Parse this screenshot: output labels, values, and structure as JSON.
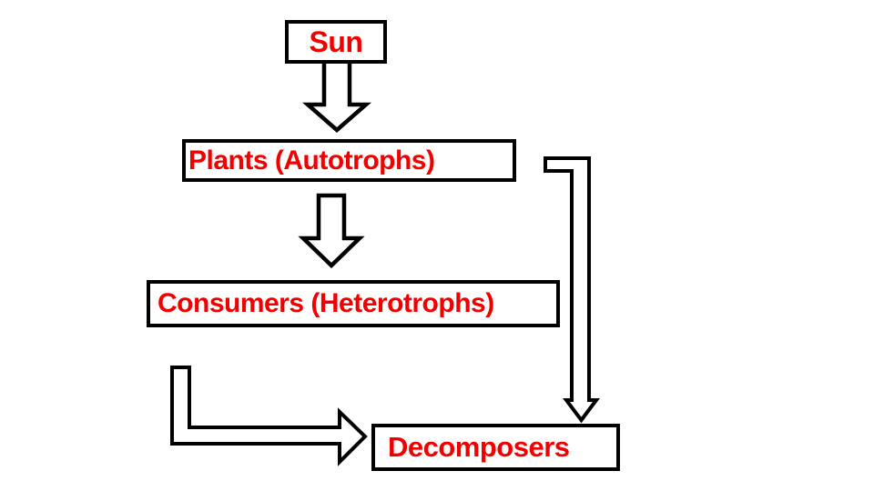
{
  "colors": {
    "node_border": "#000000",
    "node_fill": "#ffffff",
    "label_red": "#f20000",
    "arrow_stroke": "#000000",
    "arrow_fill": "#ffffff"
  },
  "diagram": {
    "type": "flowchart",
    "nodes": [
      {
        "id": "sun",
        "label": "Sun"
      },
      {
        "id": "plants",
        "label": "Plants (Autotrophs)"
      },
      {
        "id": "consumers",
        "label": "Consumers (Heterotrophs)"
      },
      {
        "id": "decomposers",
        "label": "Decomposers"
      }
    ],
    "edges": [
      {
        "from": "sun",
        "to": "plants",
        "style": "block-arrow-down"
      },
      {
        "from": "plants",
        "to": "consumers",
        "style": "block-arrow-down"
      },
      {
        "from": "plants",
        "to": "decomposers",
        "style": "elbow-arrow-down"
      },
      {
        "from": "consumers",
        "to": "decomposers",
        "style": "elbow-arrow-right"
      }
    ]
  }
}
